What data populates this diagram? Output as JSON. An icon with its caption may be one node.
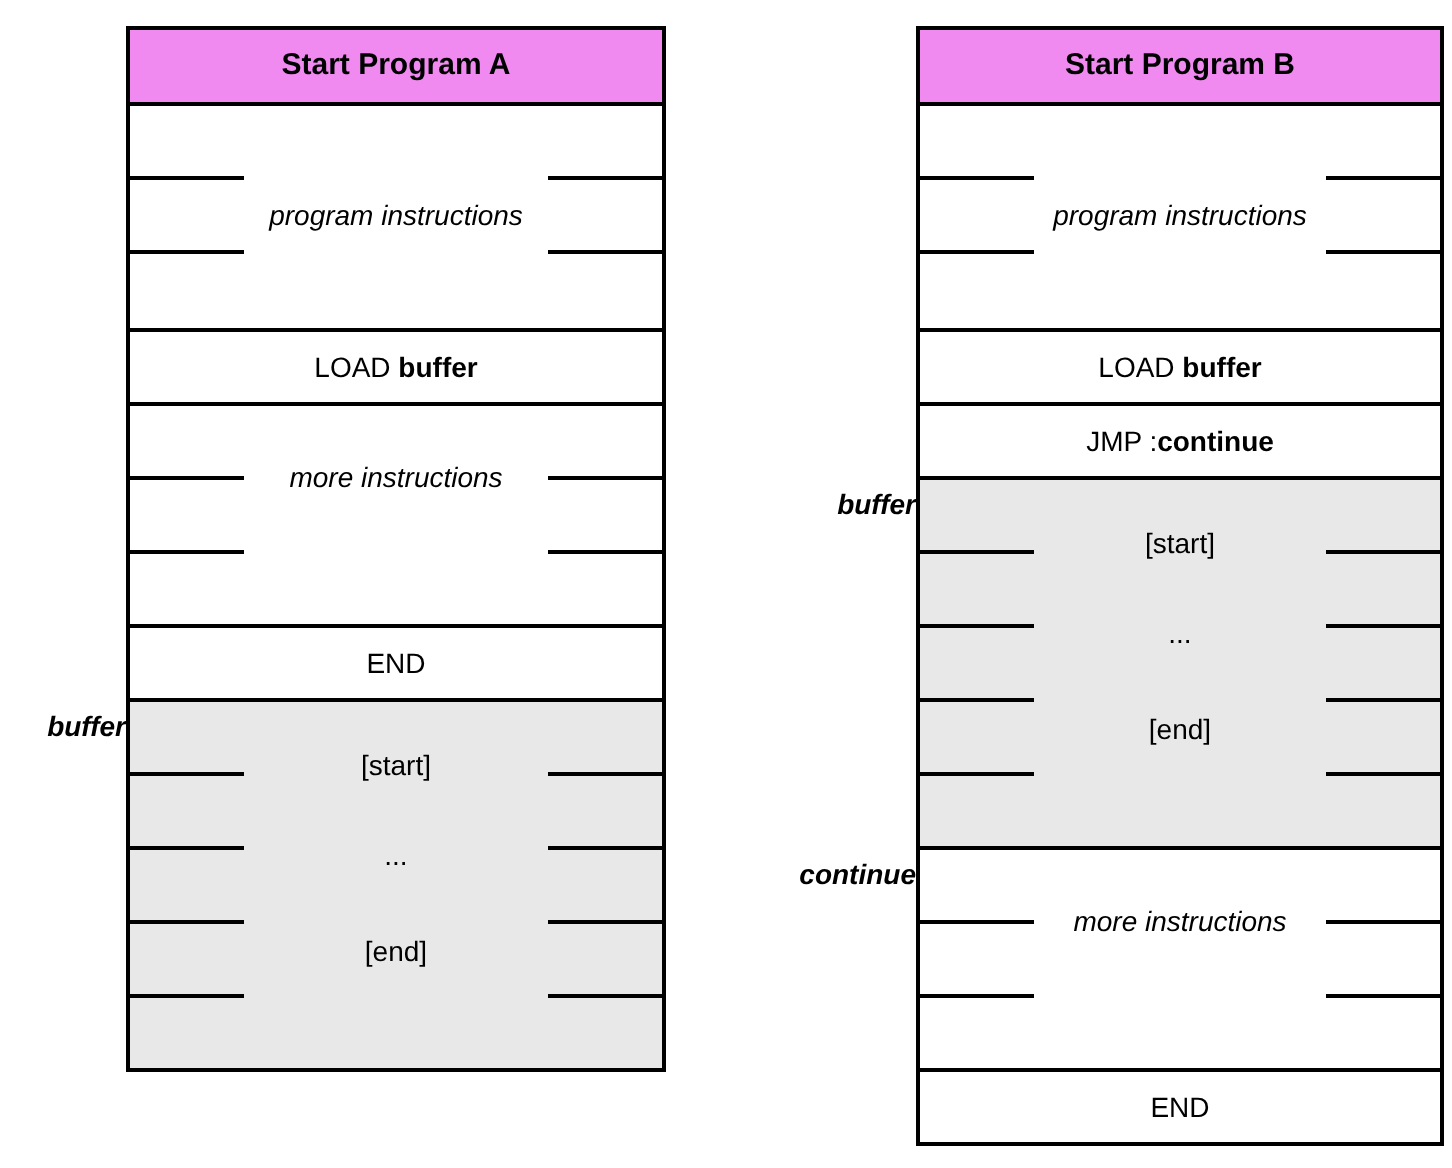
{
  "diagram": {
    "nodes": [
      {
        "text": [
          "Start Program A"
        ]
      },
      {
        "text": [
          "program instructions"
        ],
        "in": 0
      },
      {
        "text": [
          "LOAD **buffer**"
        ],
        "in": 0
      },
      {
        "text": [
          "more instructions"
        ],
        "in": 0
      },
      {
        "text": [
          "END"
        ],
        "in": 0
      },
      {
        "text": [
          "[start]",
          "...",
          "[end]"
        ],
        "in": 0,
        "beside": [
          "buffer"
        ]
      },
      {
        "text": [
          "Start Program B"
        ]
      },
      {
        "text": [
          "program instructions"
        ],
        "in": 6
      },
      {
        "text": [
          "LOAD **buffer**"
        ],
        "in": 6
      },
      {
        "text": [
          "JMP :**continue**"
        ],
        "in": 6
      },
      {
        "text": [
          "[start]",
          "...",
          "[end]"
        ],
        "in": 6,
        "beside": [
          "buffer"
        ]
      },
      {
        "text": [
          "more instructions"
        ],
        "in": 6,
        "beside": [
          "continue"
        ]
      },
      {
        "text": [
          "END"
        ],
        "in": 6
      }
    ]
  }
}
